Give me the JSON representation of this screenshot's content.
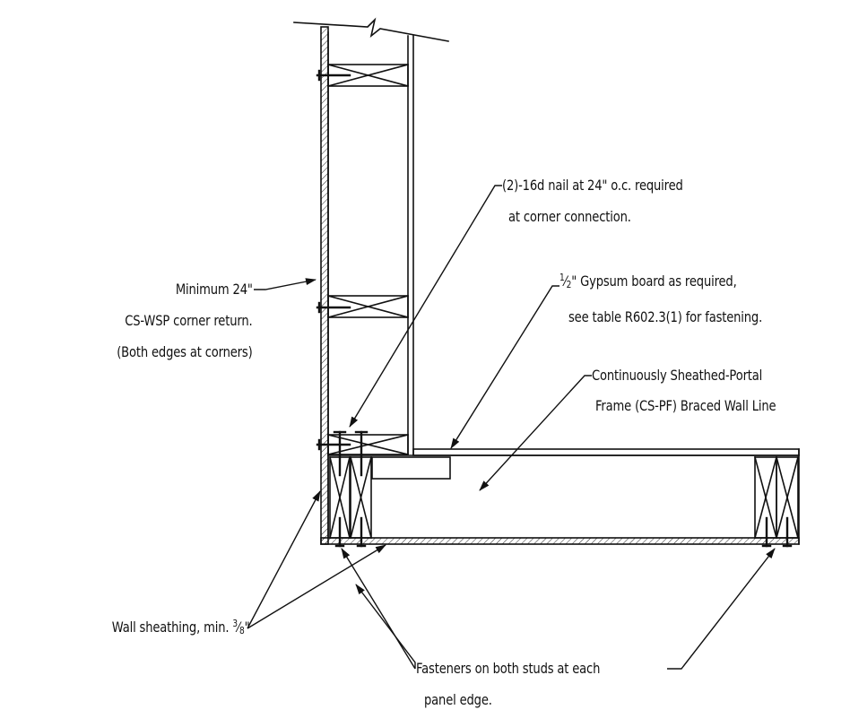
{
  "annotations": {
    "nail_line1": "(2)-16d nail at 24\" o.c. required",
    "nail_line2": "at corner connection.",
    "corner_line1": "Minimum 24\"",
    "corner_line2": "CS-WSP corner return.",
    "corner_line3": "(Both edges at corners)",
    "gyp_frac_num": "1",
    "gyp_frac_den": "2",
    "gyp_line1_rest": "\" Gypsum board as required,",
    "gyp_line2": "see table R602.3(1) for fastening.",
    "cspf_line1": "Continuously Sheathed-Portal",
    "cspf_line2": "Frame (CS-PF) Braced Wall Line",
    "sheathing_prefix": "Wall sheathing, min. ",
    "sheathing_frac_num": "3",
    "sheathing_frac_den": "8",
    "sheathing_suffix": "\"",
    "fasteners_line1": "Fasteners on both studs at each",
    "fasteners_line2": "panel edge."
  },
  "colors": {
    "line": "#111111",
    "background": "#ffffff"
  }
}
